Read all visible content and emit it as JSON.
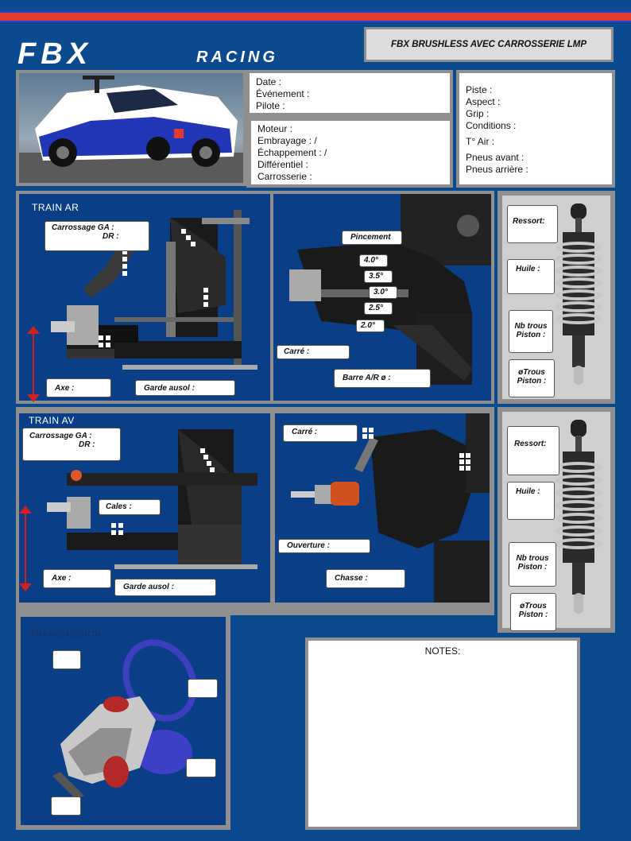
{
  "header": {
    "logo_main": "FBX",
    "logo_sub": "RACING",
    "title": "FBX BRUSHLESS AVEC CARROSSERIE LMP"
  },
  "event_info": {
    "date": "Date :",
    "event": "Événement  :",
    "pilot": "Pilote :"
  },
  "engine_info": {
    "motor": "Moteur :",
    "clutch": "Embrayage  :  /",
    "exhaust": "Échappement  : /",
    "differential": "Différentiel  :",
    "body": "Carrosserie  :"
  },
  "track_info": {
    "track": "Piste :",
    "aspect": "Aspect :",
    "grip": "Grip :",
    "conditions": "Conditions  :",
    "air_temp": "T° Air :",
    "front_tires": "Pneus avant  :",
    "rear_tires": "Pneus arrière  :"
  },
  "rear": {
    "section_title": "TRAIN  AR",
    "camber_left": "Carrossage GA :",
    "camber_right": "DR :",
    "axle": "Axe :",
    "ground_clearance": "Garde ausol :",
    "toe_in": "Pincement",
    "toe_values": [
      "4.0°",
      "3.5°",
      "3.0°",
      "2.5°",
      "2.0°"
    ],
    "square": "Carré :",
    "anti_roll_bar": "Barre A/R ø :"
  },
  "rear_shock": {
    "spring": "Ressort:",
    "oil": "Huile :",
    "holes": "Nb trous Piston :",
    "hole_diameter": "øTrous Piston :"
  },
  "front": {
    "section_title": "TRAIN  AV",
    "camber_left": "Carrossage GA :",
    "camber_right": "DR :",
    "shims": "Cales :",
    "axle": "Axe :",
    "ground_clearance": "Garde ausol :",
    "square": "Carré :",
    "opening": "Ouverture :",
    "caster": "Chasse :"
  },
  "front_shock": {
    "spring": "Ressort:",
    "oil": "Huile :",
    "holes": "Nb trous Piston :",
    "hole_diameter": "øTrous Piston :"
  },
  "transmission": {
    "section_title": "TRANSMISSION"
  },
  "notes": {
    "title": "NOTES:"
  },
  "colors": {
    "background": "#0b4a8f",
    "accent_red": "#e23c32",
    "accent_blue": "#1f47c8",
    "panel_grey": "#8f8f8f",
    "dimension_red": "#d21f1f"
  }
}
